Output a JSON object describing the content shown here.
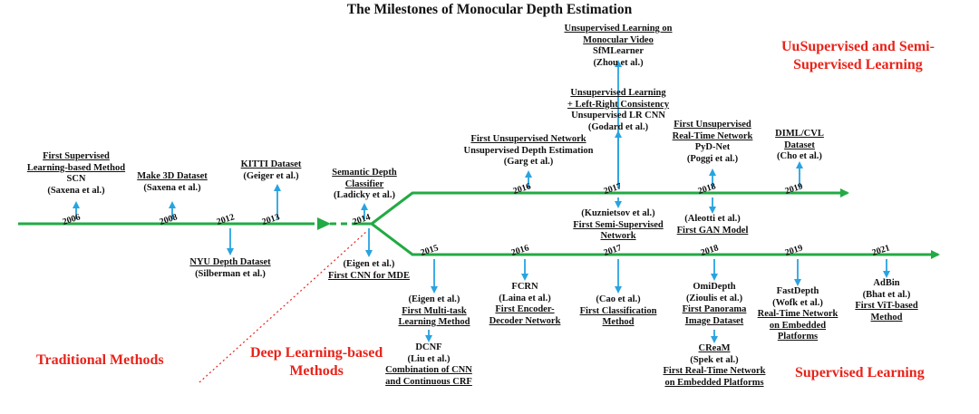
{
  "title": "The Milestones of Monocular Depth Estimation",
  "categories": {
    "traditional": "Traditional Methods",
    "deep": [
      "Deep Learning-based",
      "Methods"
    ],
    "unsupervised": [
      "UuSupervised and Semi-",
      "Supervised Learning"
    ],
    "supervised": "Supervised Learning"
  },
  "years": {
    "main": [
      "2006",
      "2008",
      "2012",
      "2013",
      "2014"
    ],
    "upper": [
      "2016",
      "2017",
      "2018",
      "2019"
    ],
    "lower": [
      "2015",
      "2016",
      "2017",
      "2018",
      "2019",
      "2021"
    ]
  },
  "milestones": {
    "scn": {
      "l1": "First Supervised",
      "l2": "Learning-based Method",
      "l3": "SCN",
      "l4": "(Saxena et al.)"
    },
    "make3d": {
      "l1": "Make 3D Dataset",
      "l2": "(Saxena et al.)"
    },
    "kitti": {
      "l1": "KITTI Dataset",
      "l2": "(Geiger et al.)"
    },
    "nyu": {
      "l1": "NYU Depth Dataset",
      "l2": "(Silberman et al.)"
    },
    "semantic": {
      "l1": "Semantic Depth",
      "l2": "Classifier",
      "l3": "(Ladicky et al.)"
    },
    "eigen_cnn": {
      "l1": "(Eigen et al.)",
      "l2": "First CNN for MDE"
    },
    "garg": {
      "l1": "First Unsupervised Network",
      "l2": "Unsupervised Depth Estimation",
      "l3": "(Garg et al.)"
    },
    "sfm": {
      "l1": "Unsupervised Learning on",
      "l2": "Monocular Video",
      "l3": "SfMLearner",
      "l4": "(Zhou et al.)"
    },
    "godard": {
      "l1": "Unsupervised Learning",
      "l2": "+ Left-Right Consistency",
      "l3": "Unsupervised LR CNN",
      "l4": "(Godard et al.)"
    },
    "kuznietsov": {
      "l1": "(Kuznietsov et al.)",
      "l2": "First Semi-Supervised",
      "l3": "Network"
    },
    "pydnet": {
      "l1": "First Unsupervised",
      "l2": "Real-Time Network",
      "l3": "PyD-Net",
      "l4": "(Poggi et al.)"
    },
    "aleotti": {
      "l1": "(Aleotti et al.)",
      "l2": "First GAN Model"
    },
    "diml": {
      "l1": "DIML/CVL",
      "l2": "Dataset",
      "l3": "(Cho et al.)"
    },
    "eigen_mt": {
      "l1": "(Eigen et al.)",
      "l2": "First Multi-task",
      "l3": "Learning Method"
    },
    "dcnf": {
      "l1": "DCNF",
      "l2": "(Liu et al.)",
      "l3": "Combination of CNN",
      "l4": "and Continuous CRF"
    },
    "fcrn": {
      "l1": "FCRN",
      "l2": "(Laina et al.)",
      "l3": "First Encoder-",
      "l4": "Decoder Network"
    },
    "cao": {
      "l1": "(Cao et al.)",
      "l2": "First Classification",
      "l3": "Method"
    },
    "omidepth": {
      "l1": "OmiDepth",
      "l2": "(Zioulis et al.)",
      "l3": "First Panorama",
      "l4": "Image Dataset"
    },
    "cream": {
      "l1": "CReaM",
      "l2": "(Spek et al.)",
      "l3": "First Real-Time Network",
      "l4": "on Embedded Platforms"
    },
    "fastdepth": {
      "l1": "FastDepth",
      "l2": "(Wofk et al.)",
      "l3": "Real-Time Network",
      "l4": "on Embedded",
      "l5": "Platforms"
    },
    "adbin": {
      "l1": "AdBin",
      "l2": "(Bhat et al.)",
      "l3": "First ViT-based",
      "l4": "Method"
    }
  },
  "colors": {
    "timeline": "#22aa44",
    "arrow": "#29a3e0",
    "category": "#e8231a",
    "divider": "#e8231a"
  }
}
